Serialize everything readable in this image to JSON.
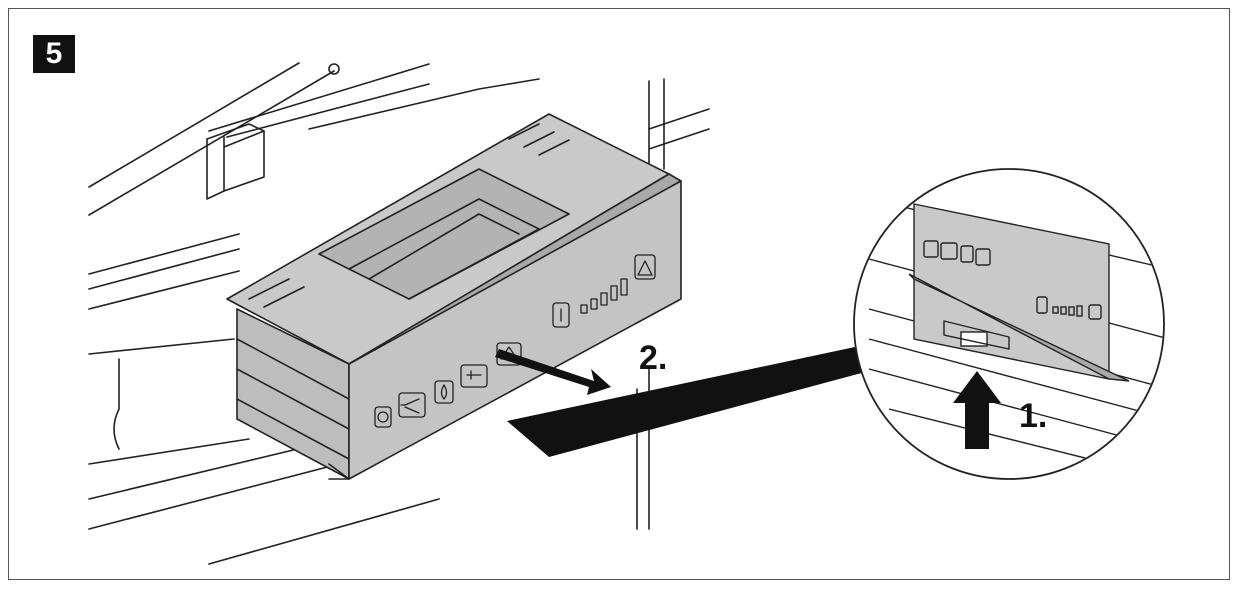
{
  "figure": {
    "step_number": "5",
    "step_labels": {
      "first": "1.",
      "second": "2."
    }
  },
  "colors": {
    "outline": "#222222",
    "panel": "#c9c9c9",
    "panel_dark": "#a9a9a9",
    "arrow": "#111111"
  },
  "icons": [
    "power-icon",
    "plug-icon",
    "flame-icon",
    "battery-icon",
    "warning-icon",
    "thermometer-icon",
    "level-bars-icon",
    "alert-triangle-icon"
  ]
}
